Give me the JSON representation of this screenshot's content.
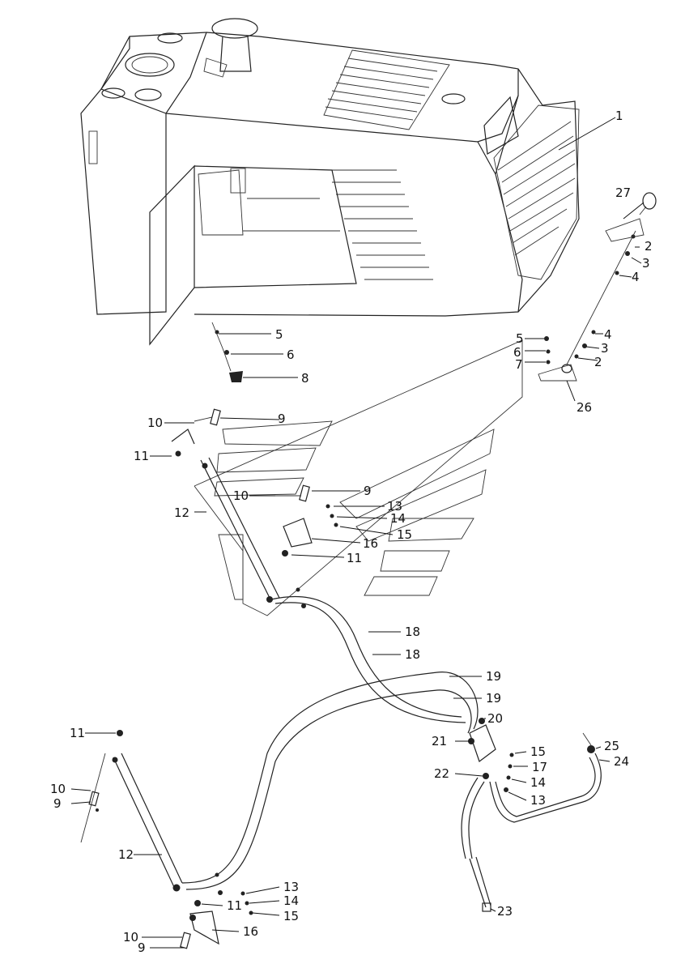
{
  "labels": {
    "l1": "1",
    "l27": "27",
    "l2a": "2",
    "l3a": "3",
    "l4a": "4",
    "l5a": "5",
    "l6a": "6",
    "l8": "8",
    "l5b": "5",
    "l6b": "6",
    "l7b": "7",
    "l4b": "4",
    "l3b": "3",
    "l2b": "2",
    "l26": "26",
    "l10a": "10",
    "l9a": "9",
    "l11a": "11",
    "l12a": "12",
    "l10b": "10",
    "l9b": "9",
    "l13a": "13",
    "l14a": "14",
    "l15a": "15",
    "l16a": "16",
    "l11b": "11",
    "l18a": "18",
    "l18b": "18",
    "l19a": "19",
    "l19b": "19",
    "l20": "20",
    "l21": "21",
    "l22": "22",
    "l15b": "15",
    "l17": "17",
    "l14b": "14",
    "l13b": "13",
    "l25": "25",
    "l24": "24",
    "l23": "23",
    "l11c": "11",
    "l10c": "10",
    "l9c": "9",
    "l12b": "12",
    "l13c": "13",
    "l14c": "14",
    "l11d": "11",
    "l15c": "15",
    "l10d": "10",
    "l9d": "9",
    "l16b": "16"
  }
}
